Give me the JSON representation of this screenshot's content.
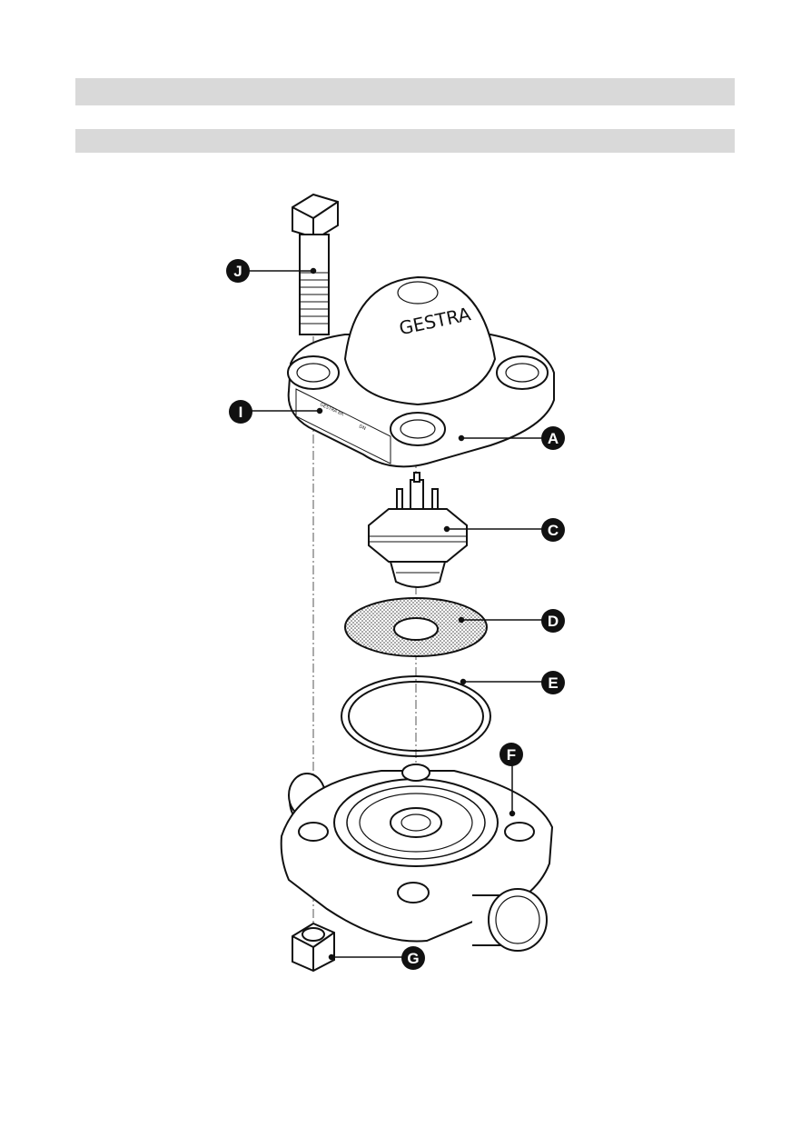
{
  "header_bars": [
    "",
    ""
  ],
  "diagram": {
    "brand_text": "GESTRA",
    "nameplate_lines": [
      "GESTRA BK",
      "DN"
    ],
    "callouts": [
      {
        "id": "A",
        "label": "A"
      },
      {
        "id": "C",
        "label": "C"
      },
      {
        "id": "D",
        "label": "D"
      },
      {
        "id": "E",
        "label": "E"
      },
      {
        "id": "F",
        "label": "F"
      },
      {
        "id": "G",
        "label": "G"
      },
      {
        "id": "I",
        "label": "I"
      },
      {
        "id": "J",
        "label": "J"
      }
    ]
  }
}
